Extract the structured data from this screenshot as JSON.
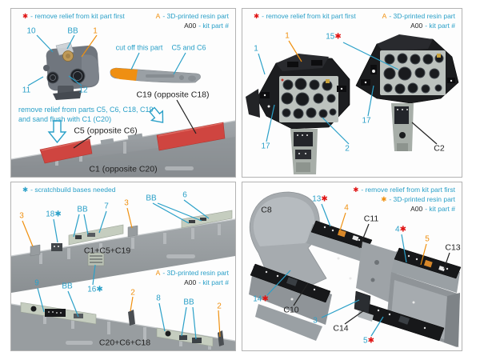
{
  "chars": {
    "star": "✱"
  },
  "colors": {
    "cyan": "#2aa0c8",
    "orange": "#f0900f",
    "red": "#e01212",
    "text": "#222222",
    "highlight_red": "#cf4540",
    "part_gray": "#9aa0a5",
    "console_green": "#c5cdbf"
  },
  "icons": {
    "relief_arrow": "hollow-arrow-down"
  },
  "legend": {
    "remove_relief": {
      "star": "✱",
      "text": "- remove relief from kit part first"
    },
    "resin_a": {
      "prefix": "A",
      "text": "- 3D-printed resin part"
    },
    "resin_star": {
      "star": "✱",
      "text": "- 3D-printed resin part"
    },
    "kit_part": {
      "prefix": "A00",
      "text": "- kit part #"
    },
    "scratchbuild": {
      "star": "✱",
      "text": "- scratchbuild bases needed"
    }
  },
  "top_left": {
    "labels": {
      "l10": "10",
      "bb": "BB",
      "l1": "1",
      "l11": "11",
      "l12": "12",
      "cut_off": "cut off this part",
      "c5c6": "C5 and C6",
      "c19": "C19 (opposite C18)",
      "note1": "remove relief from parts C5, C6, C18, C19",
      "note2": "and sand flush with C1 (C20)",
      "c5": "C5 (opposite C6)",
      "c1": "C1 (opposite C20)"
    }
  },
  "top_right": {
    "labels": {
      "n1_cyan": "1",
      "n1_orange": "1",
      "n15": "15",
      "n17_left": "17",
      "n2": "2",
      "n17_right": "17",
      "c2": "C2"
    }
  },
  "bottom_left": {
    "labels": {
      "n3a": "3",
      "n18": "18",
      "bb1": "BB",
      "n7": "7",
      "n3b": "3",
      "bb2": "BB",
      "n6": "6",
      "c1c5c19": "C1+C5+C19",
      "n16": "16",
      "n9": "9",
      "bb3": "BB",
      "n2a": "2",
      "n8": "8",
      "bb4": "BB",
      "n2b": "2",
      "c20c6c18": "C20+C6+C18"
    }
  },
  "bottom_right": {
    "labels": {
      "c8": "C8",
      "n13": "13",
      "n4_orange": "4",
      "c11": "C11",
      "n4_star": "4",
      "n5_orange": "5",
      "c13": "C13",
      "n14": "14",
      "c10": "C10",
      "n3": "3",
      "c14": "C14",
      "n5_star": "5"
    }
  }
}
